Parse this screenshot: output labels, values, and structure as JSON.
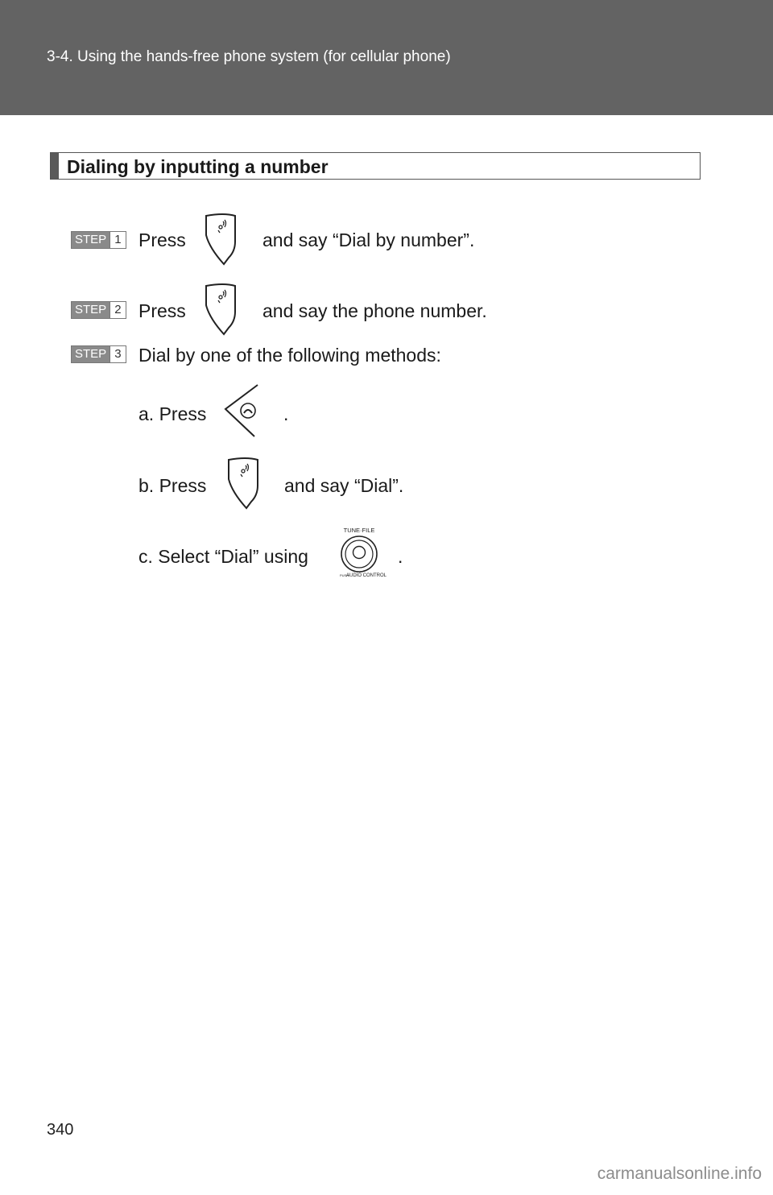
{
  "header": {
    "section": "3-4. Using the hands-free phone system (for cellular phone)"
  },
  "section": {
    "title": "Dialing by inputting a number"
  },
  "steps": [
    {
      "badge_word": "STEP",
      "badge_num": "1",
      "prefix": "Press",
      "suffix": "and say “Dial by number”."
    },
    {
      "badge_word": "STEP",
      "badge_num": "2",
      "prefix": "Press",
      "suffix": "and say the phone number."
    },
    {
      "badge_word": "STEP",
      "badge_num": "3",
      "text": "Dial by one of the following methods:"
    }
  ],
  "methods": {
    "a_prefix": "a. Press",
    "a_suffix": ".",
    "b_prefix": "b. Press",
    "b_suffix": "and say “Dial”.",
    "c_prefix": "c. Select “Dial” using",
    "c_suffix": "."
  },
  "knob": {
    "top_label": "TUNE·FILE",
    "push_label": "PUSH",
    "bottom_label": "AUDIO CONTROL"
  },
  "footer": {
    "page_number": "340",
    "watermark": "carmanualsonline.info"
  },
  "colors": {
    "header_bg": "#636363",
    "badge_bg": "#8a8a8a"
  }
}
